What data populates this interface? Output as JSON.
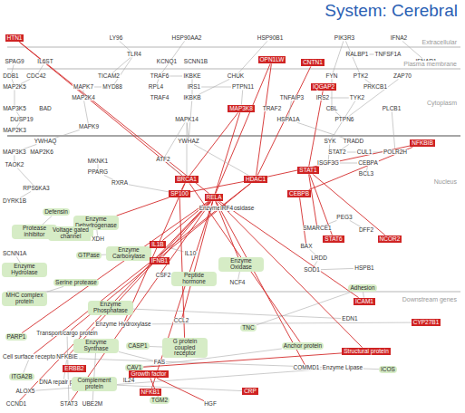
{
  "diagram": {
    "title": "System: Cerebral",
    "nodes": [
      {
        "text": [
          "HTN1"
        ]
      },
      {
        "text": [
          "LY96"
        ]
      },
      {
        "text": [
          "HSP90AA2"
        ]
      },
      {
        "text": [
          "HSP90B1"
        ]
      },
      {
        "text": [
          "PIK3R3"
        ]
      },
      {
        "text": [
          "IFNA2"
        ]
      },
      {
        "text": [
          "SPAG9"
        ]
      },
      {
        "text": [
          "IL6ST"
        ]
      },
      {
        "text": [
          "TLR4"
        ]
      },
      {
        "text": [
          "KCNQ1"
        ]
      },
      {
        "text": [
          "SCNN1B"
        ]
      },
      {
        "text": [
          "OPN1LW"
        ]
      },
      {
        "text": [
          "CNTN1"
        ]
      },
      {
        "text": [
          "RALBP1"
        ]
      },
      {
        "text": [
          "TNFSF1A"
        ]
      },
      {
        "text": [
          "IFNAR1"
        ]
      },
      {
        "text": [
          "DDB1"
        ]
      },
      {
        "text": [
          "CDC42"
        ]
      },
      {
        "text": [
          "TICAM2"
        ]
      },
      {
        "text": [
          "TRAF6"
        ]
      },
      {
        "text": [
          "IKBKE"
        ]
      },
      {
        "text": [
          "CHUK"
        ]
      },
      {
        "text": [
          "FYN"
        ]
      },
      {
        "text": [
          "PTK2"
        ]
      },
      {
        "text": [
          "ZAP70"
        ]
      },
      {
        "text": [
          "MAP2K5"
        ]
      },
      {
        "text": [
          "MAPK7"
        ]
      },
      {
        "text": [
          "MYD88"
        ]
      },
      {
        "text": [
          "RPL4"
        ]
      },
      {
        "text": [
          "IRS1"
        ]
      },
      {
        "text": [
          "PTPN11"
        ]
      },
      {
        "text": [
          "IQGAP2"
        ]
      },
      {
        "text": [
          "PRKCB1"
        ]
      },
      {
        "text": [
          "MAP2K4"
        ]
      },
      {
        "text": [
          "TRAF4"
        ]
      },
      {
        "text": [
          "IKBKB"
        ]
      },
      {
        "text": [
          "TNFAIP3"
        ]
      },
      {
        "text": [
          "IRS2"
        ]
      },
      {
        "text": [
          "TYK2"
        ]
      },
      {
        "text": [
          "MAP3K5"
        ]
      },
      {
        "text": [
          "BAD"
        ]
      },
      {
        "text": [
          "MAP3K8"
        ]
      },
      {
        "text": [
          "CBL"
        ]
      },
      {
        "text": [
          "PLCB1"
        ]
      },
      {
        "text": [
          "DUSP19"
        ]
      },
      {
        "text": [
          "MAPK14"
        ]
      },
      {
        "text": [
          "HSPA1A"
        ]
      },
      {
        "text": [
          "PTPN6"
        ]
      },
      {
        "text": [
          "MAP2K3"
        ]
      },
      {
        "text": [
          "MAPK9"
        ]
      },
      {
        "text": [
          "TRAF2"
        ]
      },
      {
        "text": [
          "YWHAQ"
        ]
      },
      {
        "text": [
          "YWHAZ"
        ]
      },
      {
        "text": [
          "SYK"
        ]
      },
      {
        "text": [
          "TRADD"
        ]
      },
      {
        "text": [
          "NFKBIB"
        ]
      },
      {
        "text": [
          "MAP3K3"
        ]
      },
      {
        "text": [
          "MAP2K6"
        ]
      },
      {
        "text": [
          "STAT2"
        ]
      },
      {
        "text": [
          "CUL1"
        ]
      },
      {
        "text": [
          "POLR2H"
        ]
      },
      {
        "text": [
          "TAOK2"
        ]
      },
      {
        "text": [
          "MKNK1"
        ]
      },
      {
        "text": [
          "ATF2"
        ]
      },
      {
        "text": [
          "ISGF3G"
        ]
      },
      {
        "text": [
          "CEBPA"
        ]
      },
      {
        "text": [
          "PPARG"
        ]
      },
      {
        "text": [
          "RXRA"
        ]
      },
      {
        "text": [
          "BRCA1"
        ]
      },
      {
        "text": [
          "HDAC1"
        ]
      },
      {
        "text": [
          "STAT1"
        ]
      },
      {
        "text": [
          "BCL3"
        ]
      },
      {
        "text": [
          "RPS6KA3"
        ]
      },
      {
        "text": [
          "SP100"
        ]
      },
      {
        "text": [
          "RELA"
        ]
      },
      {
        "text": [
          "CEBPB"
        ]
      },
      {
        "text": [
          "DYRK1B"
        ]
      },
      {
        "text": [
          "STAT6"
        ]
      },
      {
        "text": [
          "NCOR2"
        ]
      },
      {
        "text": [
          "SMARCE1"
        ]
      },
      {
        "text": [
          "PEG3"
        ]
      },
      {
        "text": [
          "DFF2"
        ]
      },
      {
        "text": [
          "BAX"
        ]
      },
      {
        "text": [
          "LRDD"
        ]
      },
      {
        "text": [
          "SOD1"
        ]
      },
      {
        "text": [
          "HSPB1"
        ]
      },
      {
        "text": [
          "Defensin"
        ]
      },
      {
        "text": [
          "Enzyme Dehydrogenase"
        ]
      },
      {
        "text": [
          "Protease inhibitor"
        ]
      },
      {
        "text": [
          "Voltage gated channel"
        ]
      },
      {
        "text": [
          "XDH"
        ]
      },
      {
        "text": [
          "SCNN1A"
        ]
      },
      {
        "text": [
          "GTPase"
        ]
      },
      {
        "text": [
          "Enzyme Carboxylase"
        ]
      },
      {
        "text": [
          "IL1B"
        ]
      },
      {
        "text": [
          "Enzyme Hydrolase"
        ]
      },
      {
        "text": [
          "IFNB1"
        ]
      },
      {
        "text": [
          "IL10"
        ]
      },
      {
        "text": [
          "Enzyme Oxidase"
        ]
      },
      {
        "text": [
          "MHC complex protein"
        ]
      },
      {
        "text": [
          "Serine protease"
        ]
      },
      {
        "text": [
          "CSF2"
        ]
      },
      {
        "text": [
          "Peptide hormone"
        ]
      },
      {
        "text": [
          "NCF4"
        ]
      },
      {
        "text": [
          "Adhesion"
        ]
      },
      {
        "text": [
          "ICAM1"
        ]
      },
      {
        "text": [
          "Enzyme Phosphatase"
        ]
      },
      {
        "text": [
          "Enzyme Hydroxylase"
        ]
      },
      {
        "text": [
          "CCL2"
        ]
      },
      {
        "text": [
          "EDN1"
        ]
      },
      {
        "text": [
          "CYP27B1"
        ]
      },
      {
        "text": [
          "TNC"
        ]
      },
      {
        "text": [
          "PARP1"
        ]
      },
      {
        "text": [
          "Transport/cargo protein"
        ]
      },
      {
        "text": [
          "Enzyme Synthase"
        ]
      },
      {
        "text": [
          "CASP1"
        ]
      },
      {
        "text": [
          "G protein coupled receptor"
        ]
      },
      {
        "text": [
          "Anchor protein"
        ]
      },
      {
        "text": [
          "Structural protein"
        ]
      },
      {
        "text": [
          "Cell surface receptor"
        ]
      },
      {
        "text": [
          "NFKBIE"
        ]
      },
      {
        "text": [
          "FAS"
        ]
      },
      {
        "text": [
          "ERBB2"
        ]
      },
      {
        "text": [
          "CAV1"
        ]
      },
      {
        "text": [
          "COMMD1"
        ]
      },
      {
        "text": [
          "Enzyme Lipase"
        ]
      },
      {
        "text": [
          "ICOS"
        ]
      },
      {
        "text": [
          "ITGA2B"
        ]
      },
      {
        "text": [
          "DNA repair protein"
        ]
      },
      {
        "text": [
          "Complement protein"
        ]
      },
      {
        "text": [
          "IL24"
        ]
      },
      {
        "text": [
          "Growth factor"
        ]
      },
      {
        "text": [
          "ALOX5"
        ]
      },
      {
        "text": [
          "NFKB1"
        ]
      },
      {
        "text": [
          "CRP"
        ]
      },
      {
        "text": [
          "CCND1"
        ]
      },
      {
        "text": [
          "STAT3"
        ]
      },
      {
        "text": [
          "UBE2M"
        ]
      },
      {
        "text": [
          "TGM2"
        ]
      },
      {
        "text": [
          "HGF"
        ]
      },
      {
        "text": [
          "Enzyme Glycosidase"
        ]
      },
      {
        "text": [
          "IRF4"
        ]
      }
    ],
    "edges": [
      {
        "from": 0,
        "to": 68,
        "arrow": "none"
      },
      {
        "from": 0,
        "to": 74,
        "arrow": "none"
      },
      {
        "from": 11,
        "to": 69,
        "arrow": "none"
      },
      {
        "from": 11,
        "to": 74,
        "arrow": "none"
      },
      {
        "from": 12,
        "to": 69,
        "arrow": "none"
      },
      {
        "from": 31,
        "to": 70,
        "arrow": "none"
      },
      {
        "from": 41,
        "to": 68,
        "arrow": "none"
      },
      {
        "from": 41,
        "to": 74,
        "arrow": "none"
      },
      {
        "from": 55,
        "to": 69,
        "arrow": "none"
      },
      {
        "from": 55,
        "to": 75,
        "arrow": "none"
      },
      {
        "from": 70,
        "to": 77,
        "arrow": "none"
      },
      {
        "from": 70,
        "to": 78,
        "arrow": "none"
      },
      {
        "from": 74,
        "to": 94,
        "arrow": "none"
      },
      {
        "from": 74,
        "to": 96,
        "arrow": "none"
      },
      {
        "from": 74,
        "to": 105,
        "arrow": "none"
      },
      {
        "from": 74,
        "to": 112,
        "arrow": "none"
      },
      {
        "from": 74,
        "to": 120,
        "arrow": "none"
      },
      {
        "from": 74,
        "to": 108,
        "arrow": "none"
      },
      {
        "from": 74,
        "to": 124,
        "arrow": "none"
      },
      {
        "from": 74,
        "to": 133,
        "arrow": "none"
      },
      {
        "from": 74,
        "to": 135,
        "arrow": "none"
      },
      {
        "from": 74,
        "to": 136,
        "arrow": "none"
      },
      {
        "from": 69,
        "to": 73,
        "arrow": "none"
      },
      {
        "from": 68,
        "to": 73,
        "arrow": "none"
      },
      {
        "from": 1,
        "to": 8,
        "arrow": "none"
      },
      {
        "from": 2,
        "to": 19,
        "arrow": "none"
      },
      {
        "from": 3,
        "to": 21,
        "arrow": "none"
      },
      {
        "from": 4,
        "to": 22,
        "arrow": "none"
      },
      {
        "from": 4,
        "to": 23,
        "arrow": "none"
      },
      {
        "from": 5,
        "to": 15,
        "arrow": "none"
      },
      {
        "from": 13,
        "to": 14,
        "arrow": "none"
      },
      {
        "from": 8,
        "to": 27,
        "arrow": "none"
      },
      {
        "from": 8,
        "to": 18,
        "arrow": "none"
      },
      {
        "from": 27,
        "to": 26,
        "arrow": "none"
      },
      {
        "from": 19,
        "to": 20,
        "arrow": "none"
      },
      {
        "from": 19,
        "to": 28,
        "arrow": "none"
      },
      {
        "from": 20,
        "to": 35,
        "arrow": "none"
      },
      {
        "from": 21,
        "to": 35,
        "arrow": "none"
      },
      {
        "from": 22,
        "to": 42,
        "arrow": "none"
      },
      {
        "from": 23,
        "to": 32,
        "arrow": "none"
      },
      {
        "from": 24,
        "to": 47,
        "arrow": "none"
      },
      {
        "from": 6,
        "to": 16,
        "arrow": "none"
      },
      {
        "from": 7,
        "to": 17,
        "arrow": "none"
      },
      {
        "from": 16,
        "to": 25,
        "arrow": "none"
      },
      {
        "from": 17,
        "to": 25,
        "arrow": "none"
      },
      {
        "from": 25,
        "to": 39,
        "arrow": "none"
      },
      {
        "from": 39,
        "to": 44,
        "arrow": "none"
      },
      {
        "from": 44,
        "to": 48,
        "arrow": "none"
      },
      {
        "from": 26,
        "to": 33,
        "arrow": "none"
      },
      {
        "from": 33,
        "to": 49,
        "arrow": "none"
      },
      {
        "from": 49,
        "to": 51,
        "arrow": "none"
      },
      {
        "from": 51,
        "to": 56,
        "arrow": "none"
      },
      {
        "from": 56,
        "to": 61,
        "arrow": "none"
      },
      {
        "from": 61,
        "to": 72,
        "arrow": "none"
      },
      {
        "from": 72,
        "to": 76,
        "arrow": "none"
      },
      {
        "from": 45,
        "to": 63,
        "arrow": "none"
      },
      {
        "from": 45,
        "to": 52,
        "arrow": "none"
      },
      {
        "from": 35,
        "to": 52,
        "arrow": "none"
      },
      {
        "from": 29,
        "to": 30,
        "arrow": "none"
      },
      {
        "from": 30,
        "to": 41,
        "arrow": "none"
      },
      {
        "from": 36,
        "to": 46,
        "arrow": "none"
      },
      {
        "from": 37,
        "to": 38,
        "arrow": "none"
      },
      {
        "from": 38,
        "to": 53,
        "arrow": "none"
      },
      {
        "from": 42,
        "to": 47,
        "arrow": "none"
      },
      {
        "from": 43,
        "to": 60,
        "arrow": "none"
      },
      {
        "from": 46,
        "to": 54,
        "arrow": "none"
      },
      {
        "from": 53,
        "to": 64,
        "arrow": "none"
      },
      {
        "from": 54,
        "to": 58,
        "arrow": "none"
      },
      {
        "from": 58,
        "to": 59,
        "arrow": "none"
      },
      {
        "from": 59,
        "to": 60,
        "arrow": "none"
      },
      {
        "from": 64,
        "to": 65,
        "arrow": "none"
      },
      {
        "from": 65,
        "to": 71,
        "arrow": "none"
      },
      {
        "from": 62,
        "to": 66,
        "arrow": "none"
      },
      {
        "from": 66,
        "to": 67,
        "arrow": "none"
      },
      {
        "from": 63,
        "to": 68,
        "arrow": "none"
      },
      {
        "from": 67,
        "to": 73,
        "arrow": "none"
      },
      {
        "from": 79,
        "to": 80,
        "arrow": "none"
      },
      {
        "from": 80,
        "to": 81,
        "arrow": "none"
      },
      {
        "from": 82,
        "to": 83,
        "arrow": "none"
      },
      {
        "from": 83,
        "to": 84,
        "arrow": "none"
      },
      {
        "from": 84,
        "to": 85,
        "arrow": "none"
      },
      {
        "from": 104,
        "to": 105,
        "arrow": "none"
      },
      {
        "from": 111,
        "to": 104,
        "arrow": "none"
      },
      {
        "from": 119,
        "to": 126,
        "arrow": "none"
      },
      {
        "from": 119,
        "to": 127,
        "arrow": "none"
      },
      {
        "from": 128,
        "to": 120,
        "arrow": "none"
      },
      {
        "from": 86,
        "to": 88,
        "arrow": "none"
      },
      {
        "from": 88,
        "to": 89,
        "arrow": "none"
      },
      {
        "from": 87,
        "to": 90,
        "arrow": "none"
      },
      {
        "from": 92,
        "to": 93,
        "arrow": "none"
      },
      {
        "from": 95,
        "to": 91,
        "arrow": "none"
      },
      {
        "from": 99,
        "to": 100,
        "arrow": "none"
      },
      {
        "from": 106,
        "to": 109,
        "arrow": "none"
      },
      {
        "from": 107,
        "to": 110,
        "arrow": "none"
      },
      {
        "from": 113,
        "to": 136,
        "arrow": "none"
      },
      {
        "from": 116,
        "to": 115,
        "arrow": "none"
      },
      {
        "from": 117,
        "to": 123,
        "arrow": "none"
      },
      {
        "from": 118,
        "to": 123,
        "arrow": "none"
      },
      {
        "from": 125,
        "to": 132,
        "arrow": "none"
      },
      {
        "from": 129,
        "to": 134,
        "arrow": "none"
      },
      {
        "from": 131,
        "to": 139,
        "arrow": "none"
      },
      {
        "from": 131,
        "to": 138,
        "arrow": "none"
      },
      {
        "from": 114,
        "to": 121,
        "arrow": "none"
      },
      {
        "from": 114,
        "to": 137,
        "arrow": "none"
      },
      {
        "from": 98,
        "to": 103,
        "arrow": "none"
      },
      {
        "from": 102,
        "to": 101,
        "arrow": "none"
      },
      {
        "from": 97,
        "to": 94,
        "arrow": "none"
      },
      {
        "from": 140,
        "to": 141,
        "arrow": "none"
      },
      {
        "from": 52,
        "to": 69,
        "arrow": "none"
      },
      {
        "from": 45,
        "to": 68,
        "arrow": "none"
      },
      {
        "from": 74,
        "to": 98,
        "arrow": "none"
      },
      {
        "from": 69,
        "to": 113,
        "arrow": "none"
      },
      {
        "from": 68,
        "to": 107,
        "arrow": "none"
      },
      {
        "from": 73,
        "to": 87,
        "arrow": "none"
      },
      {
        "from": 75,
        "to": 82,
        "arrow": "none"
      },
      {
        "from": 70,
        "to": 79,
        "arrow": "none"
      },
      {
        "from": 69,
        "to": 119,
        "arrow": "none"
      },
      {
        "from": 73,
        "to": 116,
        "arrow": "none"
      },
      {
        "from": 68,
        "to": 117,
        "arrow": "none"
      },
      {
        "from": 74,
        "to": 118,
        "arrow": "none"
      }
    ],
    "labels": [
      "Extracellular",
      "Plasma membrane",
      "Cytoplasm",
      "Nucleus",
      "Downstream genes"
    ]
  }
}
